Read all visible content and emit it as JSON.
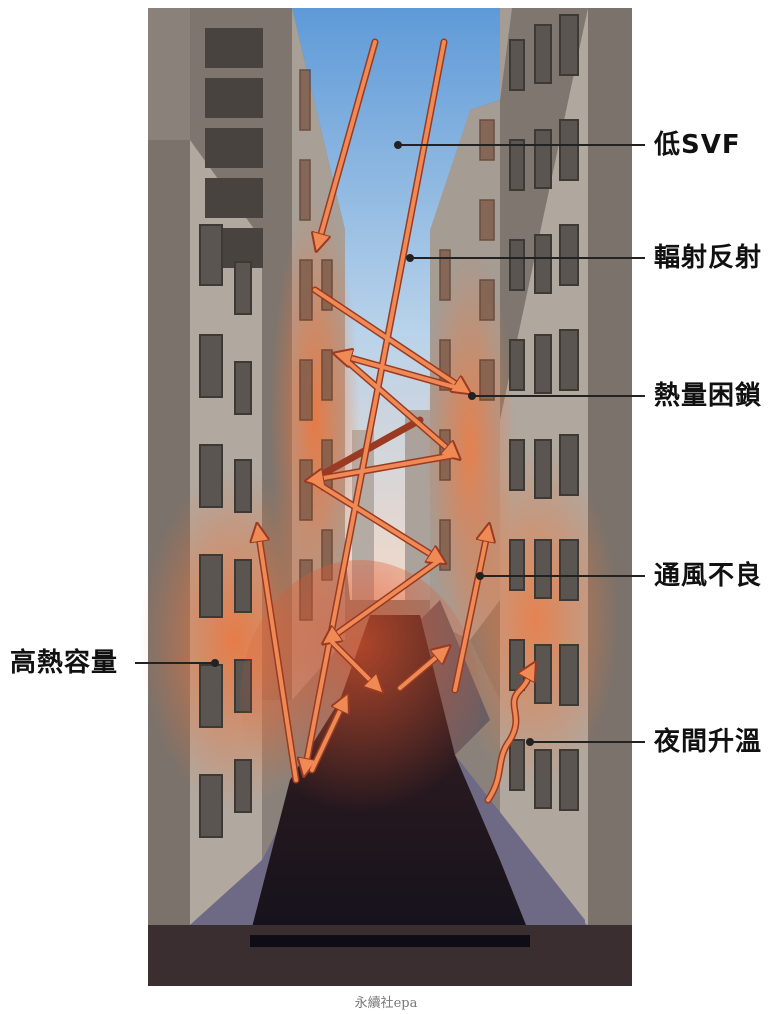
{
  "labels": {
    "low_svf": "低SVF",
    "radiation_reflection": "輻射反射",
    "heat_trapping": "熱量困鎖",
    "poor_ventilation": "通風不良",
    "high_heat_capacity": "高熱容量",
    "night_warming": "夜間升溫"
  },
  "credit": "永續社epa",
  "colors": {
    "sky_top": "#6fa6dc",
    "building": "#8c847c",
    "building_light": "#a39b92",
    "street": "#1d1620",
    "sidewalk": "#6e6a86",
    "heat_glow": "#e8703c",
    "ray": "#f08a55",
    "ray_outline": "#9a3a22",
    "window": "#48433f"
  }
}
